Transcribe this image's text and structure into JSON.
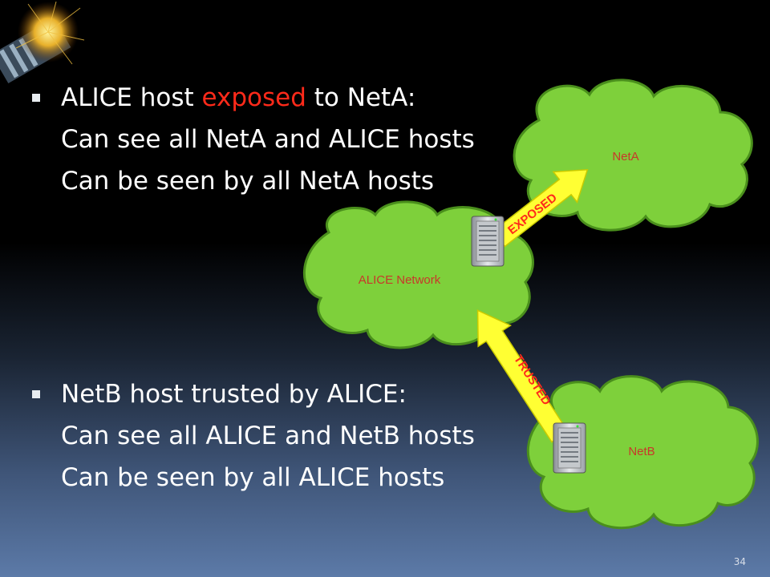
{
  "section_one": {
    "heading_before": "ALICE host ",
    "heading_highlight": "exposed",
    "heading_after": " to NetA:",
    "bullets": [
      "Can see all NetA and ALICE hosts",
      "Can be seen by all NetA hosts"
    ]
  },
  "section_two": {
    "heading": "NetB host trusted by ALICE:",
    "bullets": [
      "Can see all ALICE and NetB hosts",
      "Can be seen by all ALICE hosts"
    ]
  },
  "diagram": {
    "cloud_alice": "ALICE Network",
    "cloud_neta": "NetA",
    "cloud_netb": "NetB",
    "arrow_exposed": "EXPOSED",
    "arrow_trusted": "TRUSTED"
  },
  "colors": {
    "cloud_fill": "#7ed03b",
    "cloud_stroke": "#4a8f1c",
    "arrow_fill": "#ffff33",
    "arrow_text": "#ff2a1a",
    "highlight": "#ff2a1a"
  },
  "page_number": "34"
}
